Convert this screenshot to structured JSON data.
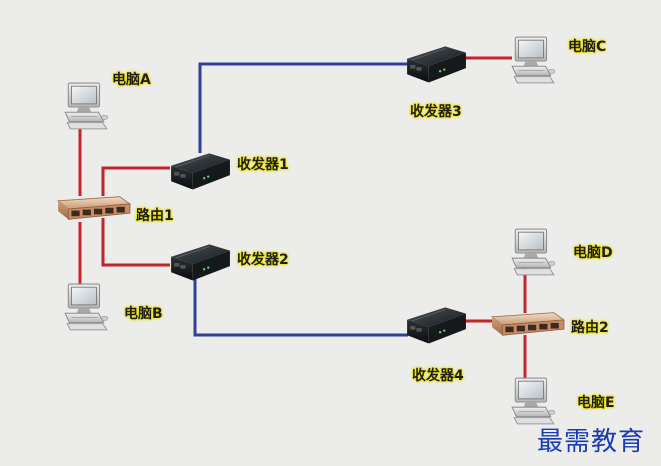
{
  "computers": [
    {
      "id": "A",
      "label": "电脑A"
    },
    {
      "id": "B",
      "label": "电脑B"
    },
    {
      "id": "C",
      "label": "电脑C"
    },
    {
      "id": "D",
      "label": "电脑D"
    },
    {
      "id": "E",
      "label": "电脑E"
    }
  ],
  "routers": [
    {
      "id": "r1",
      "label": "路由1"
    },
    {
      "id": "r2",
      "label": "路由2"
    }
  ],
  "transceivers": [
    {
      "id": "t1",
      "label": "收发器1"
    },
    {
      "id": "t2",
      "label": "收发器2"
    },
    {
      "id": "t3",
      "label": "收发器3"
    },
    {
      "id": "t4",
      "label": "收发器4"
    }
  ],
  "links": [
    {
      "from": "A",
      "to": "r1",
      "kind": "ethernet"
    },
    {
      "from": "B",
      "to": "r1",
      "kind": "ethernet"
    },
    {
      "from": "r1",
      "to": "t1",
      "kind": "ethernet"
    },
    {
      "from": "r1",
      "to": "t2",
      "kind": "ethernet"
    },
    {
      "from": "t1",
      "to": "t3",
      "kind": "fiber"
    },
    {
      "from": "t2",
      "to": "t4",
      "kind": "fiber"
    },
    {
      "from": "t3",
      "to": "C",
      "kind": "ethernet"
    },
    {
      "from": "t4",
      "to": "r2",
      "kind": "ethernet"
    },
    {
      "from": "r2",
      "to": "D",
      "kind": "ethernet"
    },
    {
      "from": "r2",
      "to": "E",
      "kind": "ethernet"
    }
  ],
  "colors": {
    "ethernet": "#c0262b",
    "fiber": "#2f3f9a",
    "background": "#ececea",
    "label_glow": "#f2e400",
    "watermark": "#1a3bb8"
  },
  "watermark": "最需教育"
}
